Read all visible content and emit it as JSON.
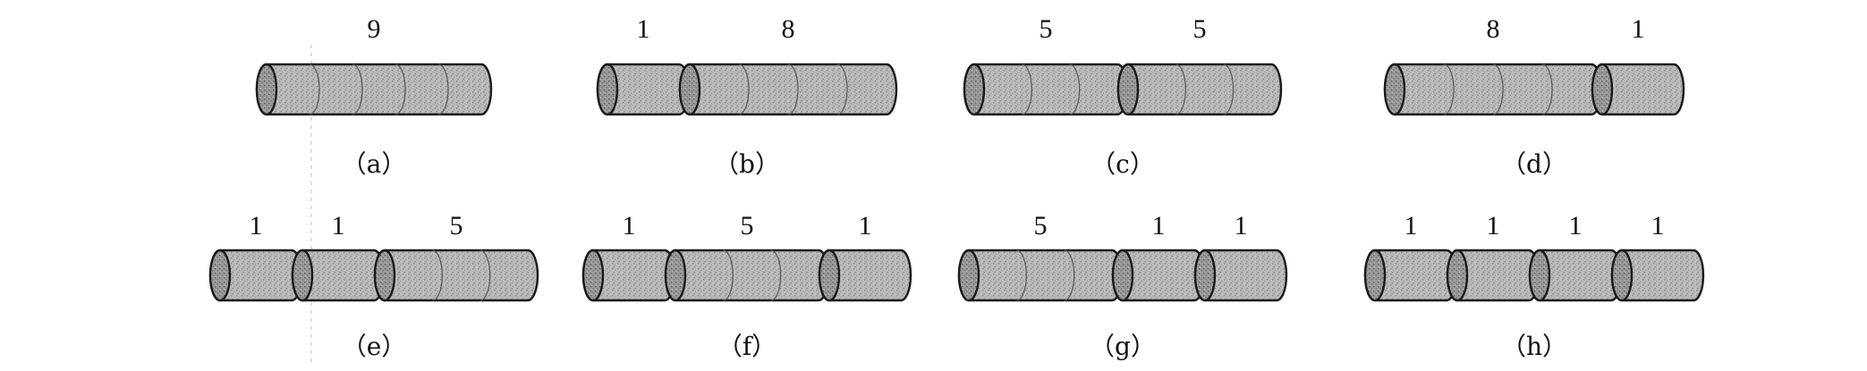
{
  "colors": {
    "fill": "#b4b4b4",
    "fill_dark": "#8e8e8e",
    "stroke": "#1a1a1a",
    "segment_line": "#555555"
  },
  "panels": [
    {
      "caption": "（a）",
      "pieces": [
        {
          "label": "9",
          "segments": 9
        }
      ]
    },
    {
      "caption": "（b）",
      "pieces": [
        {
          "label": "1",
          "segments": 1
        },
        {
          "label": "8",
          "segments": 8
        }
      ]
    },
    {
      "caption": "（c）",
      "pieces": [
        {
          "label": "5",
          "segments": 5
        },
        {
          "label": "5",
          "segments": 5
        }
      ]
    },
    {
      "caption": "（d）",
      "pieces": [
        {
          "label": "8",
          "segments": 8
        },
        {
          "label": "1",
          "segments": 1
        }
      ]
    },
    {
      "caption": "（e）",
      "pieces": [
        {
          "label": "1",
          "segments": 1
        },
        {
          "label": "1",
          "segments": 1
        },
        {
          "label": "5",
          "segments": 5
        }
      ]
    },
    {
      "caption": "（f）",
      "pieces": [
        {
          "label": "1",
          "segments": 1
        },
        {
          "label": "5",
          "segments": 5
        },
        {
          "label": "1",
          "segments": 1
        }
      ]
    },
    {
      "caption": "（g）",
      "pieces": [
        {
          "label": "5",
          "segments": 5
        },
        {
          "label": "1",
          "segments": 1
        },
        {
          "label": "1",
          "segments": 1
        }
      ]
    },
    {
      "caption": "（h）",
      "pieces": [
        {
          "label": "1",
          "segments": 1
        },
        {
          "label": "1",
          "segments": 1
        },
        {
          "label": "1",
          "segments": 1
        },
        {
          "label": "1",
          "segments": 1
        }
      ]
    }
  ]
}
